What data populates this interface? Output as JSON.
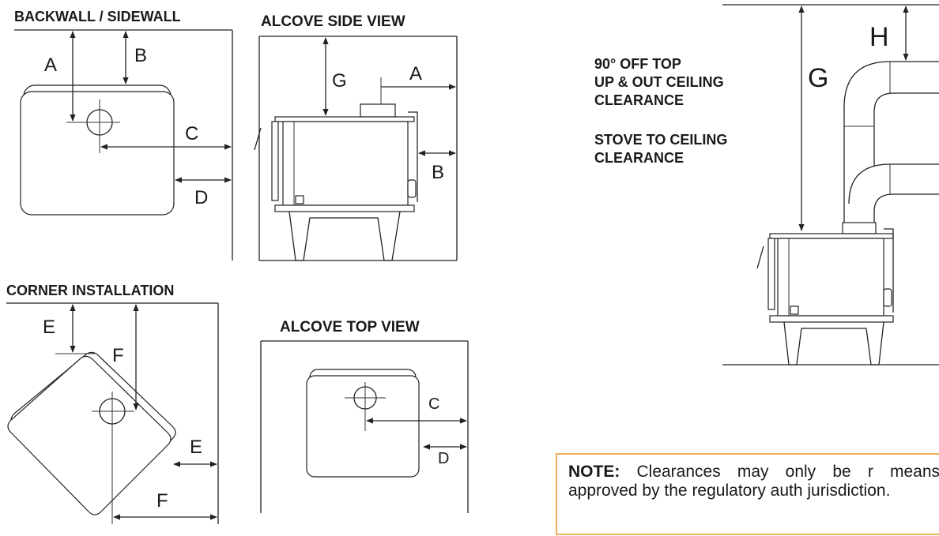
{
  "titles": {
    "backwall": "BACKWALL / SIDEWALL",
    "alcove_side": "ALCOVE SIDE VIEW",
    "corner": "CORNER INSTALLATION",
    "alcove_top": "ALCOVE TOP VIEW"
  },
  "labels": {
    "A": "A",
    "B": "B",
    "C": "C",
    "D": "D",
    "E": "E",
    "F": "F",
    "G": "G",
    "H": "H"
  },
  "right_headings": {
    "line1": "90° OFF TOP",
    "line2": "UP & OUT CEILING",
    "line3": "CLEARANCE",
    "line4": "STOVE TO CEILING",
    "line5": "CLEARANCE"
  },
  "note": {
    "label": "NOTE:",
    "text": "Clearances may only be r means approved by the regulatory auth jurisdiction."
  },
  "colors": {
    "note_border": "#f0ac5a",
    "line": "#222222"
  }
}
